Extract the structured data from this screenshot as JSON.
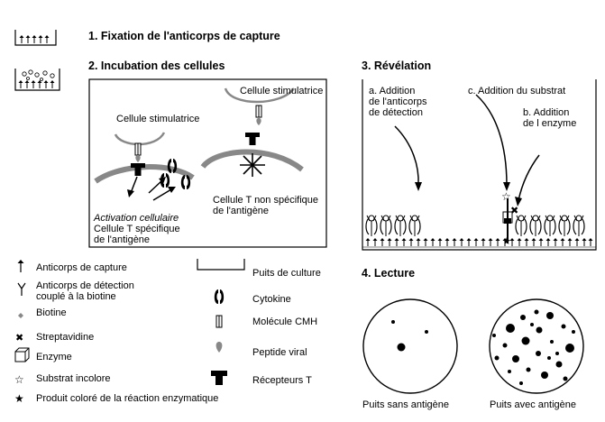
{
  "headings": {
    "step1": "1. Fixation de l'anticorps de capture",
    "step2": "2. Incubation des cellules",
    "step3": "3. Révélation",
    "step4": "4. Lecture"
  },
  "step2": {
    "stim_cell_left": "Cellule stimulatrice",
    "stim_cell_right": "Cellule stimulatrice",
    "activation": "Activation cellulaire",
    "t_cell_specific": "Cellule T spécifique\nde l'antigène",
    "t_cell_nonspecific": "Cellule T non spécifique\nde l'antigène"
  },
  "step3": {
    "a_detection": "a. Addition\nde l'anticorps\nde détection",
    "c_substrate": "c. Addition du substrat",
    "b_enzyme": "b. Addition\nde l enzyme"
  },
  "legend_left": [
    {
      "icon": "capture-antibody-icon",
      "label": "Anticorps de capture"
    },
    {
      "icon": "detection-antibody-icon",
      "label": "Anticorps de détection\ncouplé à la biotine"
    },
    {
      "icon": "biotin-icon",
      "label": "Biotine"
    },
    {
      "icon": "streptavidin-icon",
      "label": "Streptavidine"
    },
    {
      "icon": "enzyme-icon",
      "label": "Enzyme"
    },
    {
      "icon": "colorless-substrate-icon",
      "label": "Substrat incolore"
    },
    {
      "icon": "colored-product-icon",
      "label": "Produit coloré de la réaction enzymatique"
    }
  ],
  "legend_mid": [
    {
      "icon": "culture-well-icon",
      "label": "Puits de culture"
    },
    {
      "icon": "cytokine-icon",
      "label": "Cytokine"
    },
    {
      "icon": "mhc-molecule-icon",
      "label": "Molécule CMH"
    },
    {
      "icon": "viral-peptide-icon",
      "label": "Peptide viral"
    },
    {
      "icon": "t-receptor-icon",
      "label": "Récepteurs T"
    }
  ],
  "step4": {
    "well_without": "Puits sans antigène",
    "well_with": "Puits avec antigène"
  }
}
